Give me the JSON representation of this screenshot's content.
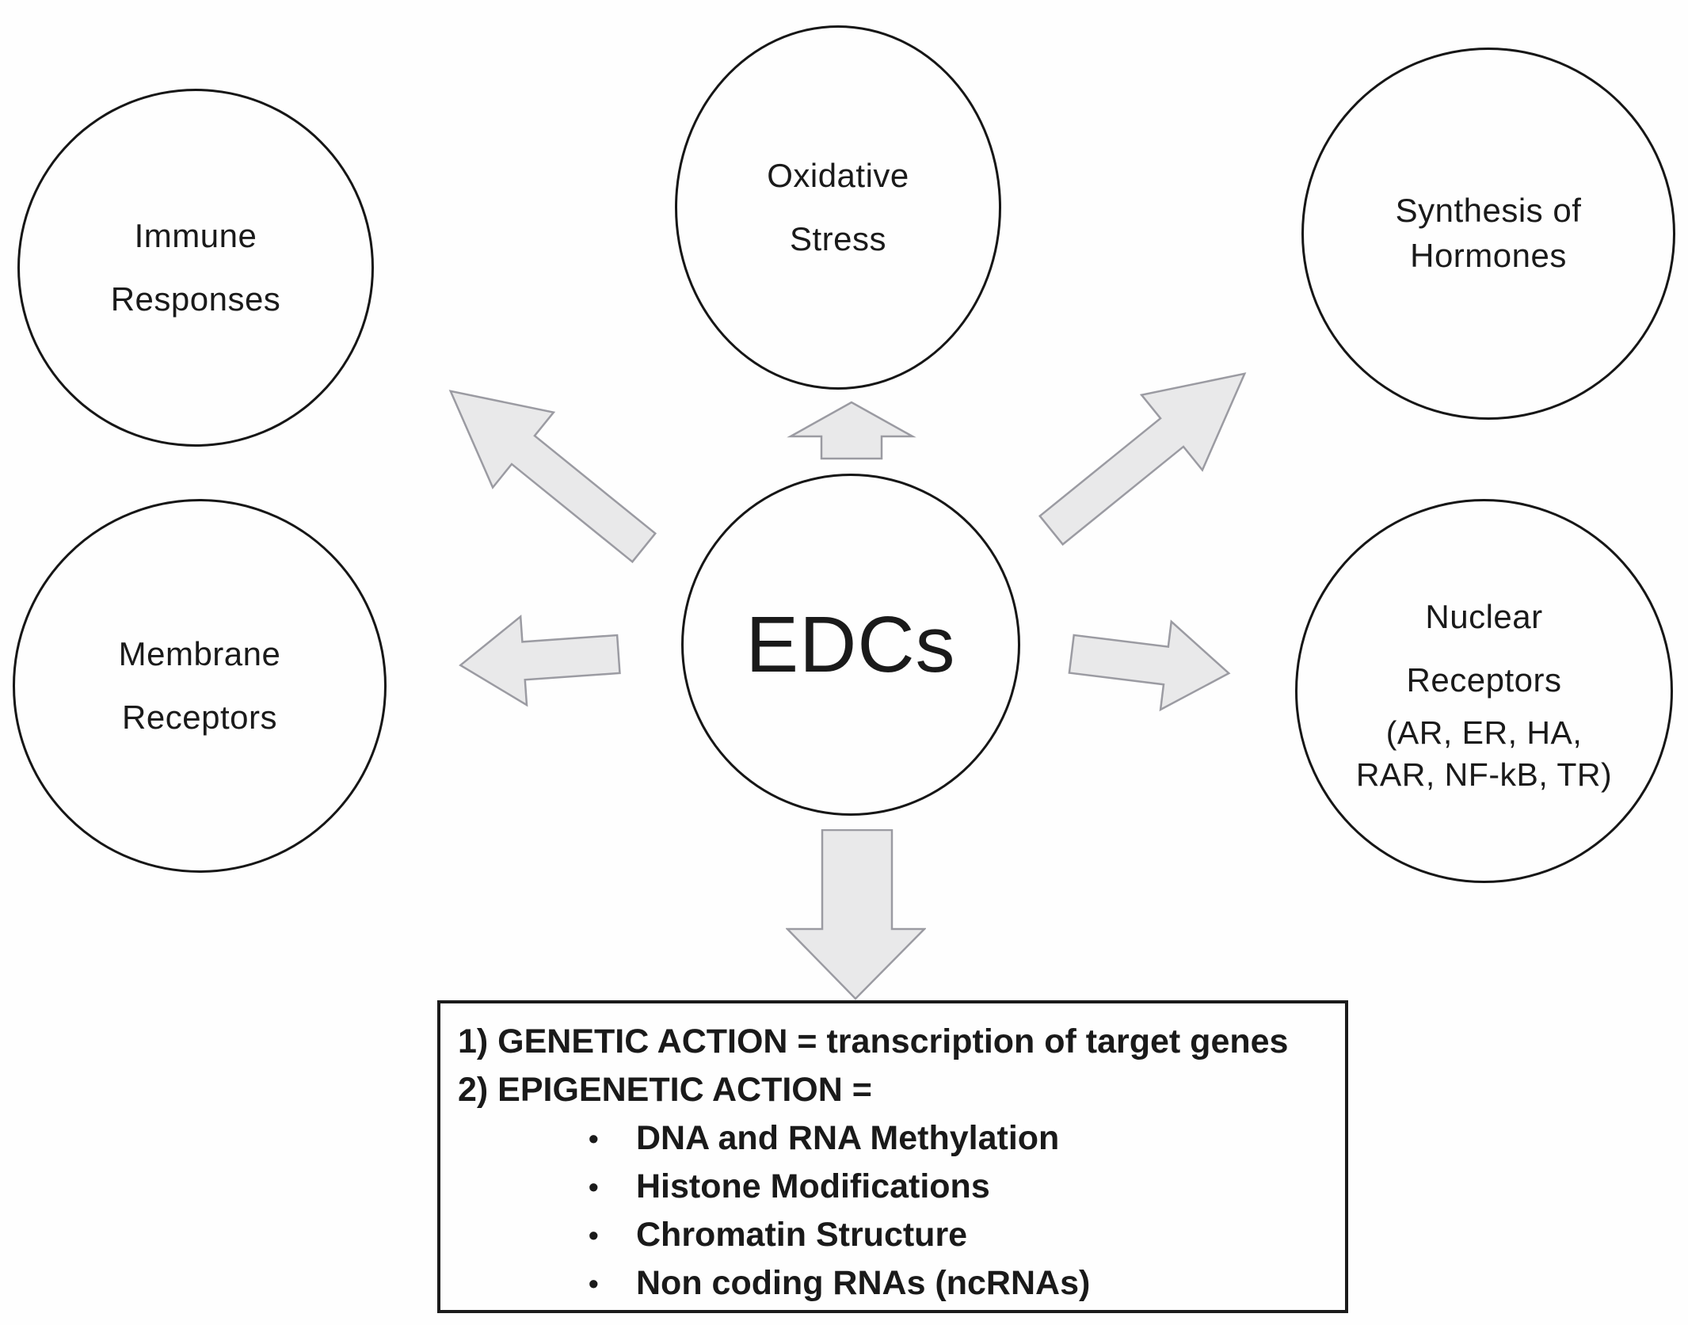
{
  "diagram": {
    "center": {
      "label": "EDCs"
    },
    "nodes": [
      {
        "id": "immune-responses",
        "lines": [
          "Immune",
          "Responses"
        ]
      },
      {
        "id": "oxidative-stress",
        "lines": [
          "Oxidative",
          "Stress"
        ]
      },
      {
        "id": "synthesis-of-hormones",
        "lines": [
          "Synthesis of",
          "Hormones"
        ]
      },
      {
        "id": "membrane-receptors",
        "lines": [
          "Membrane",
          "Receptors"
        ]
      },
      {
        "id": "nuclear-receptors",
        "lines": [
          "Nuclear",
          "Receptors",
          "(AR, ER, HA,",
          "RAR, NF-kB, TR)"
        ]
      }
    ],
    "arrows": [
      {
        "id": "arrow-up-left",
        "from": "EDCs",
        "to": "Immune Responses",
        "direction": "up-left"
      },
      {
        "id": "arrow-up-small",
        "from": "EDCs",
        "to": "Oxidative Stress",
        "direction": "up"
      },
      {
        "id": "arrow-up-right",
        "from": "EDCs",
        "to": "Synthesis of Hormones",
        "direction": "up-right"
      },
      {
        "id": "arrow-left",
        "from": "EDCs",
        "to": "Membrane Receptors",
        "direction": "left"
      },
      {
        "id": "arrow-right",
        "from": "EDCs",
        "to": "Nuclear Receptors",
        "direction": "right"
      },
      {
        "id": "arrow-down-big",
        "from": "EDCs",
        "to": "Action Box",
        "direction": "down"
      }
    ],
    "action_box": {
      "line1": "1) GENETIC ACTION = transcription of target genes",
      "line2": "2) EPIGENETIC ACTION =",
      "bullet_glyph": "•",
      "bullets": [
        "DNA and RNA Methylation",
        "Histone Modifications",
        "Chromatin Structure",
        "Non coding RNAs (ncRNAs)"
      ]
    },
    "colors": {
      "background": "#fefefe",
      "outline": "#161616",
      "text": "#1a1a1a",
      "arrow_fill": "#e9e9ea",
      "arrow_stroke": "#9b9ba2"
    }
  }
}
